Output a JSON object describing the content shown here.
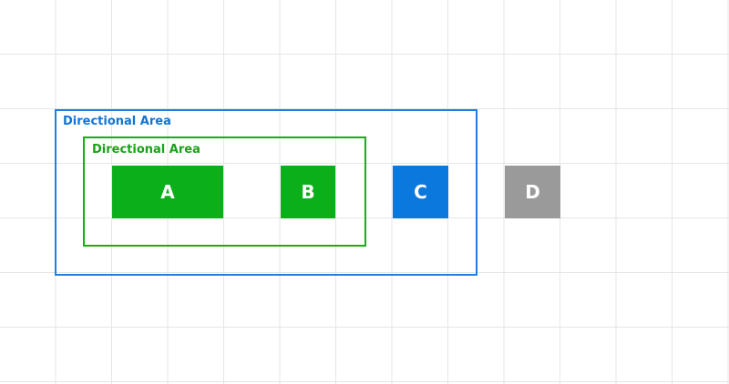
{
  "areas": {
    "outer": {
      "label": "Directional Area",
      "color": "#1f7fe0"
    },
    "inner": {
      "label": "Directional Area",
      "color": "#19ad19"
    }
  },
  "tiles": [
    {
      "label": "A",
      "color": "#0aaf19"
    },
    {
      "label": "B",
      "color": "#0aaf19"
    },
    {
      "label": "C",
      "color": "#0b78de"
    },
    {
      "label": "D",
      "color": "#9a9a9a"
    }
  ],
  "colors": {
    "grid": "#e6e6e6",
    "background": "#ffffff",
    "tile_text": "#ffffff"
  }
}
